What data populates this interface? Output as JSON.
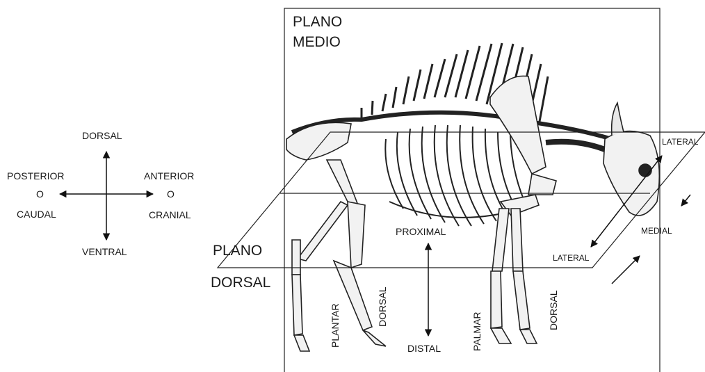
{
  "compass": {
    "dorsal": "DORSAL",
    "ventral": "VENTRAL",
    "posterior": "POSTERIOR",
    "posterior_o": "O",
    "caudal": "CAUDAL",
    "anterior": "ANTERIOR",
    "anterior_o": "O",
    "cranial": "CRANIAL"
  },
  "planes": {
    "medio_line1": "PLANO",
    "medio_line2": "MEDIO",
    "dorsal_line1": "PLANO",
    "dorsal_line2": "DORSAL"
  },
  "axis": {
    "proximal": "PROXIMAL",
    "distal": "DISTAL"
  },
  "limbs": {
    "plantar": "PLANTAR",
    "dorsal_hind": "DORSAL",
    "palmar": "PALMAR",
    "dorsal_fore": "DORSAL"
  },
  "lateral": {
    "lateral_top": "LATERAL",
    "lateral_bottom": "LATERAL",
    "medial": "MEDIAL"
  }
}
